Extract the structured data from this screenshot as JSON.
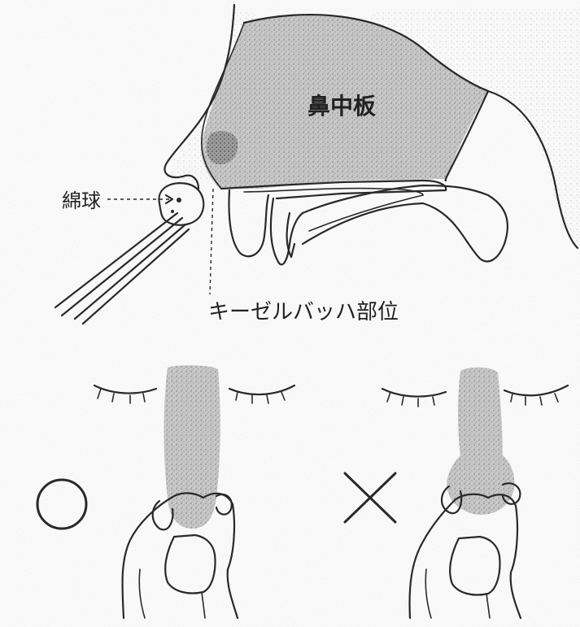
{
  "labels": {
    "septum": "鼻中板",
    "cotton": "綿球",
    "kiesselbach": "キーゼルバッハ部位",
    "correct_mark": "○",
    "wrong_mark": "×"
  },
  "colors": {
    "ink": "#1a1a1a",
    "shade": "#bdbdbd",
    "dark_shade": "#6e6e6e",
    "background": "#ffffff"
  }
}
